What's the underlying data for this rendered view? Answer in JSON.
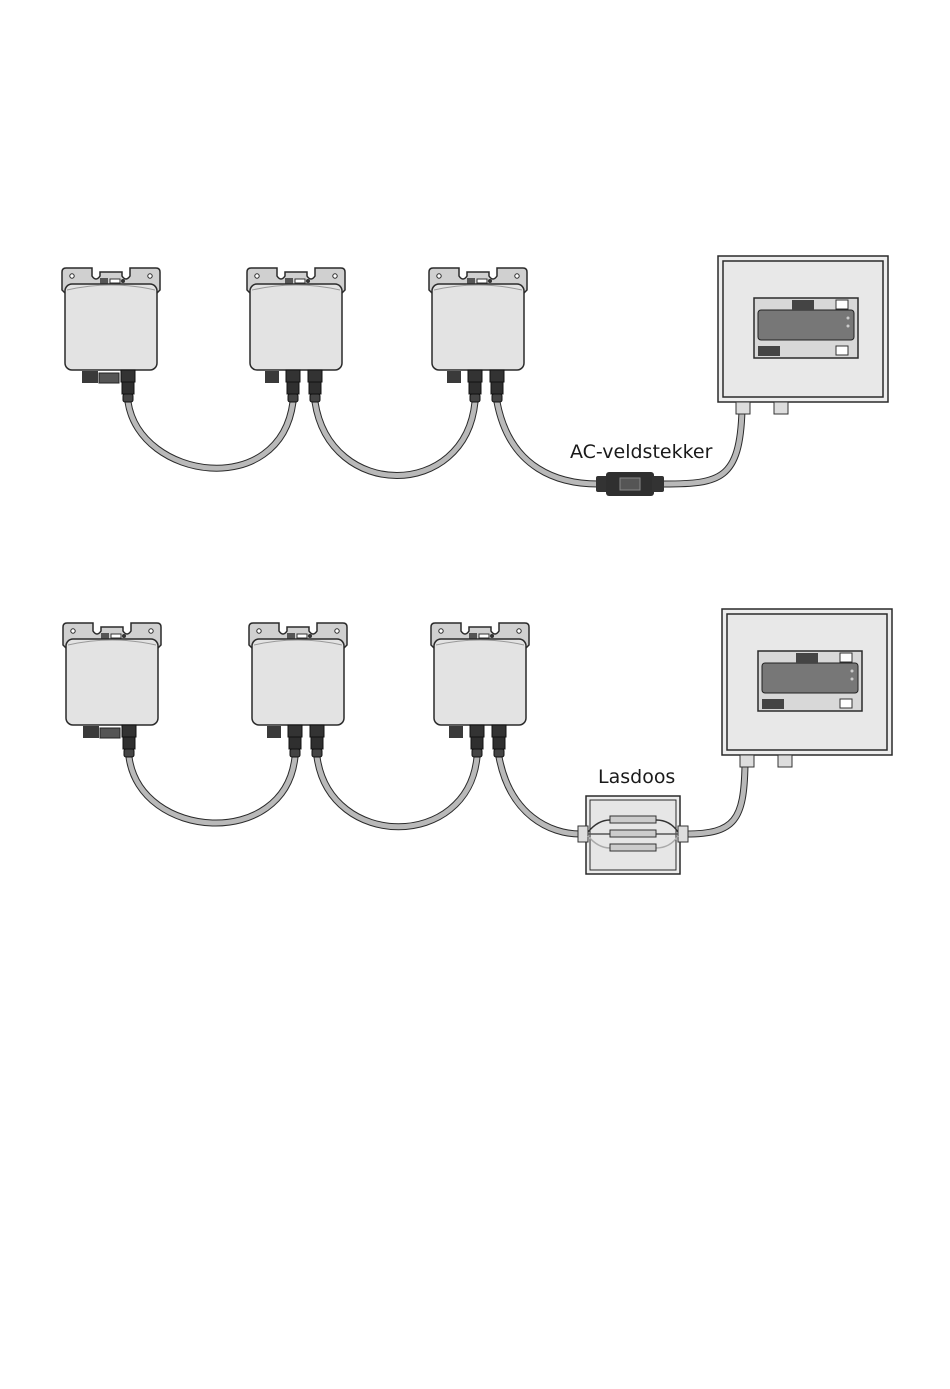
{
  "diagrams": [
    {
      "connector_label": "AC-veldstekker",
      "inverter_count": 3
    },
    {
      "connector_label": "Lasdoos",
      "inverter_count": 3
    }
  ],
  "colors": {
    "cable": "#b9b9b9",
    "outline": "#2a2a2a",
    "body": "#e3e3e3",
    "plate": "#d0d0d0",
    "connector": "#2f2f2f"
  }
}
